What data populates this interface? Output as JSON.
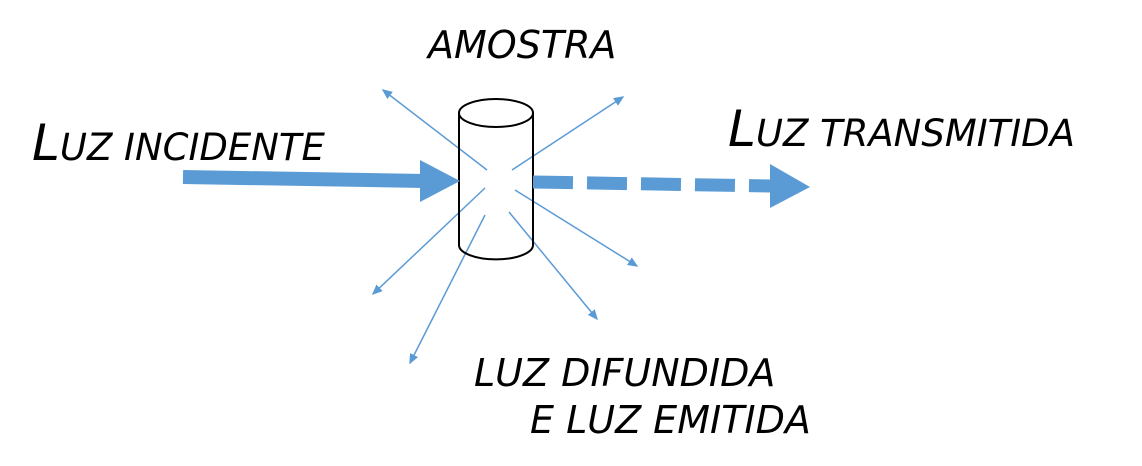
{
  "labels": {
    "sample": "AMOSTRA",
    "incident_initial": "L",
    "incident_rest": "UZ INCIDENTE",
    "transmitted_initial": "L",
    "transmitted_rest": "UZ TRANSMITIDA",
    "scattered_line1": "LUZ DIFUNDIDA",
    "scattered_line2": "E LUZ EMITIDA"
  },
  "colors": {
    "beam": "#5b9bd5",
    "sample_outline": "#000000",
    "text": "#000000"
  }
}
